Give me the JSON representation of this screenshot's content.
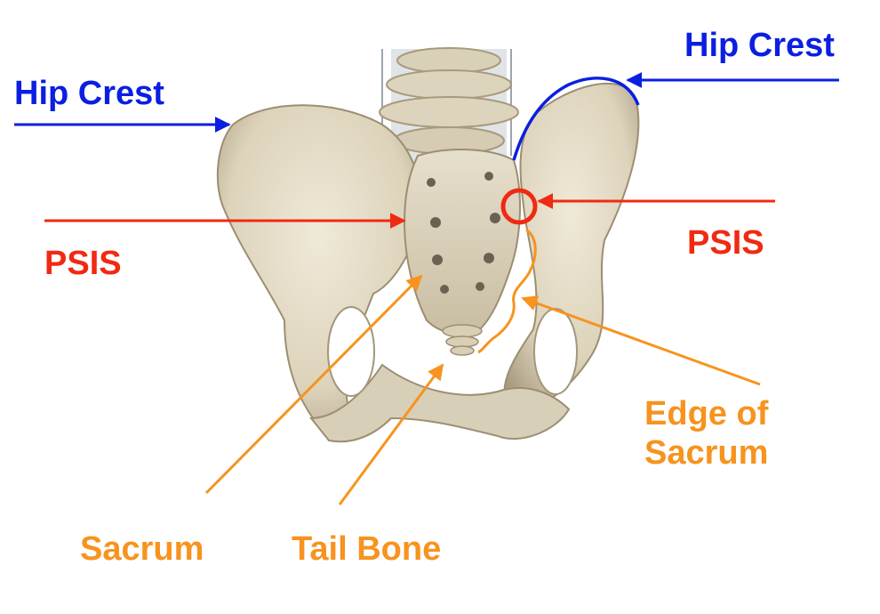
{
  "labels": {
    "hip_crest_left": "Hip Crest",
    "hip_crest_right": "Hip Crest",
    "psis_left": "PSIS",
    "psis_right": "PSIS",
    "edge_of_sacrum_line1": "Edge of",
    "edge_of_sacrum_line2": "Sacrum",
    "sacrum": "Sacrum",
    "tail_bone": "Tail Bone"
  },
  "colors": {
    "hip_crest": "#0b1fe0",
    "psis": "#f02a12",
    "sacrum_annotations": "#f7931e",
    "bone": "#e8e0cc",
    "bone_shadow": "#b8ab8e"
  },
  "image": {
    "subject": "posterior view of pelvis with sacrum, tail bone and lower lumbar spine"
  }
}
